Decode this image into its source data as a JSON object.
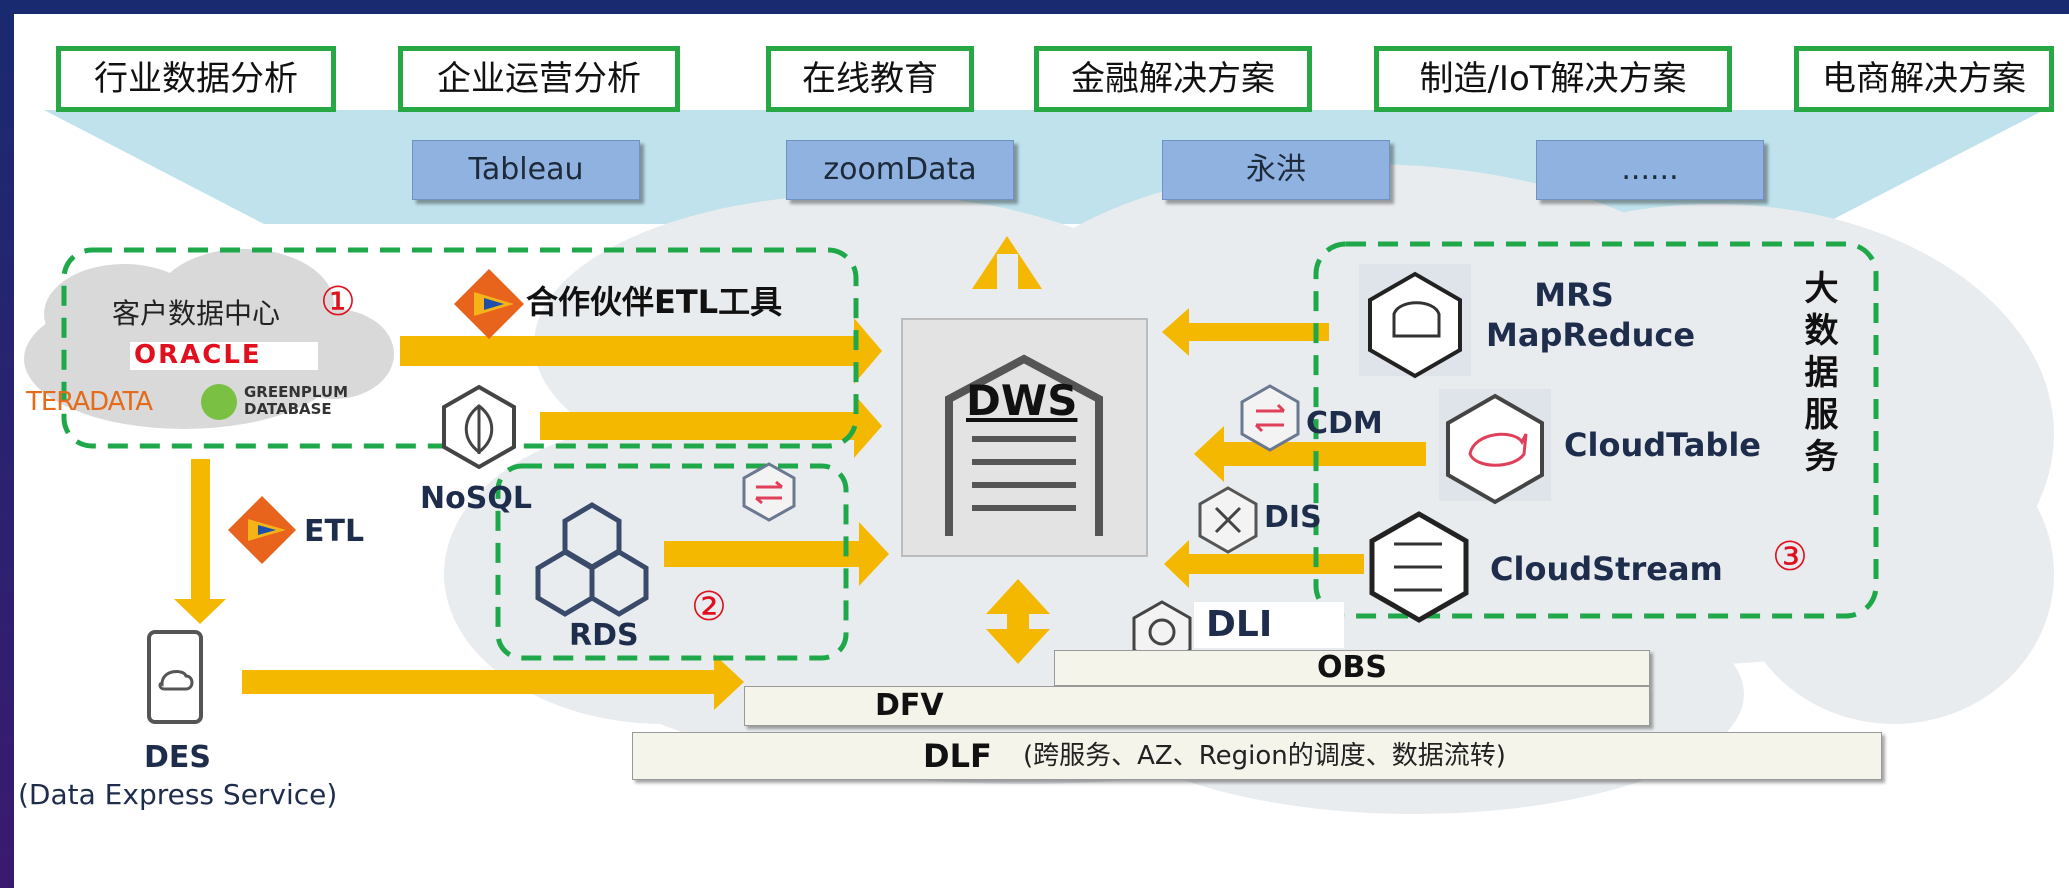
{
  "applications": [
    "行业数据分析",
    "企业运营分析",
    "在线教育",
    "金融解决方案",
    "制造/IoT解决方案",
    "电商解决方案"
  ],
  "bi_tools": [
    "Tableau",
    "zoomData",
    "永洪",
    "......"
  ],
  "customer_dc": {
    "title": "客户数据中心",
    "oracle": "ORACLE",
    "teradata": "TERADATA",
    "greenplum": "GREENPLUM\nDATABASE"
  },
  "markers": [
    "①",
    "②",
    "③"
  ],
  "partner_etl": "合作伙伴ETL工具",
  "etl": "ETL",
  "nosql": "NoSQL",
  "rds": "RDS",
  "dws": "DWS",
  "des": {
    "name": "DES",
    "full": "(Data Express Service)"
  },
  "dfv": "DFV",
  "obs": "OBS",
  "dli": "DLI",
  "dlf": {
    "name": "DLF",
    "desc": "(跨服务、AZ、Region的调度、数据流转)"
  },
  "cdm": "CDM",
  "dis": "DIS",
  "big_data": {
    "caption": "大数据服务",
    "mrs_line1": "MRS",
    "mrs_line2": "MapReduce",
    "cloudtable": "CloudTable",
    "cloudstream": "CloudStream"
  },
  "colors": {
    "accent_green": "#28a745",
    "arrow": "#f5b800",
    "tool_blue": "#8fb2e0",
    "marker_red": "#e0101e",
    "label_navy": "#1f2d4d"
  }
}
